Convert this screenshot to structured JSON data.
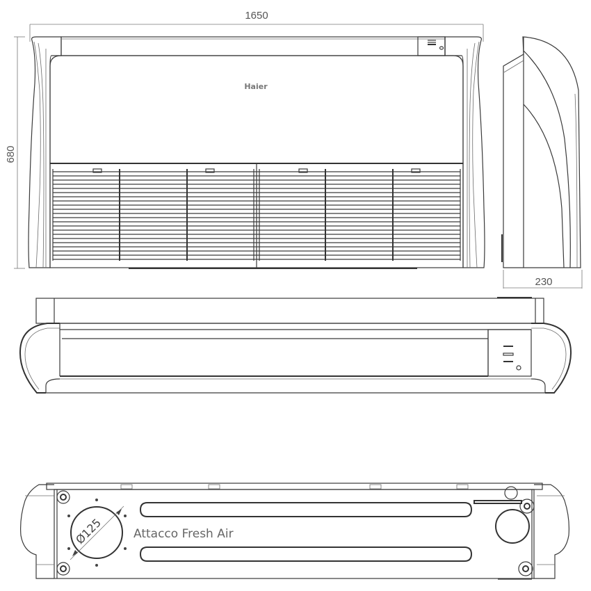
{
  "drawing": {
    "front_view": {
      "width_dimension": "1650",
      "height_dimension": "680",
      "brand_logo": "Haier",
      "grille_sections": 6
    },
    "side_view": {
      "depth_dimension": "230"
    },
    "bottom_view": {
      "duct_diameter_label": "Ø125",
      "duct_label": "Attacco Fresh Air"
    },
    "colors": {
      "line": "#3a3a3a",
      "dimension_text": "#555555",
      "background": "#ffffff"
    }
  }
}
